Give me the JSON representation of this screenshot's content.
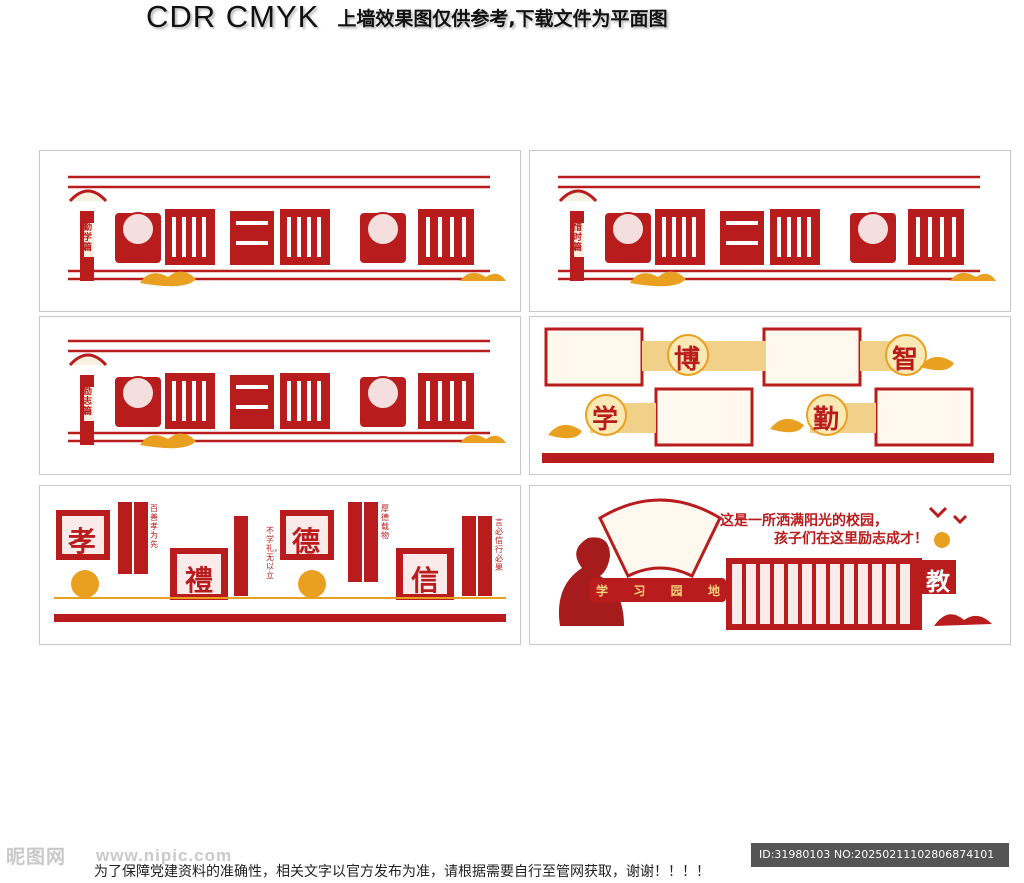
{
  "header": {
    "format": "CDR  CMYK",
    "note": "上墙效果图仅供参考,下载文件为平面图"
  },
  "colors": {
    "red": "#b91c1c",
    "gold": "#e9a020",
    "paper": "#f7efe0"
  },
  "panels": {
    "p1": {
      "side_label": "勤学篇"
    },
    "p2": {
      "side_label": "惜时篇"
    },
    "p3": {
      "side_label": "励志篇"
    },
    "p4": {
      "big_chars": [
        "博",
        "智",
        "学",
        "勤"
      ]
    },
    "p5": {
      "big_chars": [
        "孝",
        "禮",
        "德",
        "信"
      ],
      "captions": [
        "百善孝为先",
        "不学礼，无以立",
        "厚德载物",
        "言必信  行必果"
      ]
    },
    "p6": {
      "slogan_line1": "这是一所洒满阳光的校园，",
      "slogan_line2": "孩子们在这里励志成才！",
      "garden_chars": [
        "学",
        "习",
        "园",
        "地"
      ],
      "big_char": "教"
    }
  },
  "footer": {
    "watermark": "昵图网",
    "watermark_url": "www.nipic.com",
    "disclaimer": "为了保障党建资料的准确性，相关文字以官方发布为准，请根据需要自行至管网获取，谢谢！！！！",
    "id_text": "ID:31980103 NO:20250211102806874101"
  }
}
